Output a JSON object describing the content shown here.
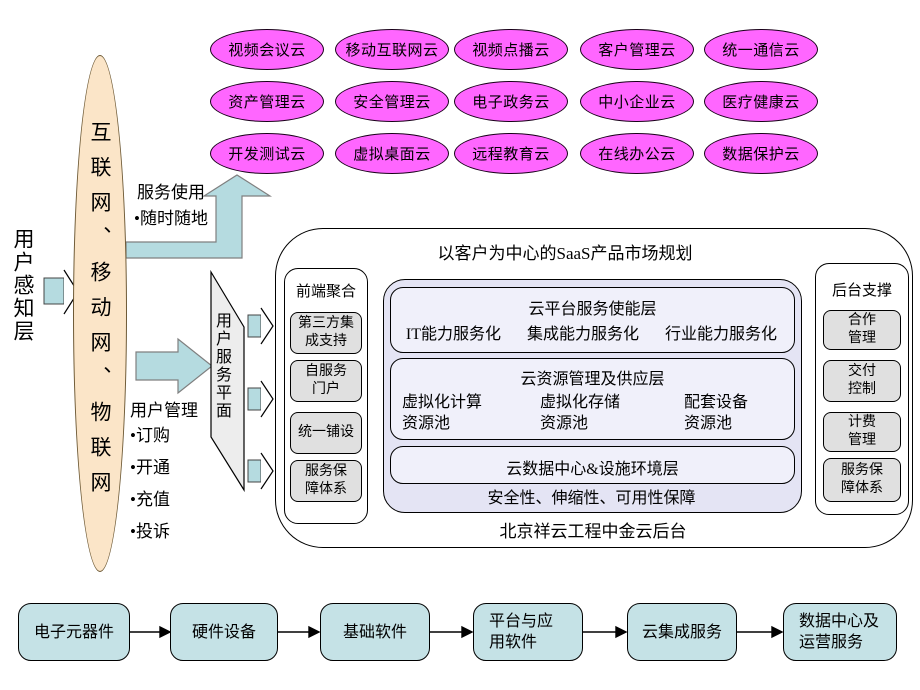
{
  "clouds": {
    "rows": [
      [
        "视频会议云",
        "移动互联网云",
        "视频点播云",
        "客户管理云",
        "统一通信云"
      ],
      [
        "资产管理云",
        "安全管理云",
        "电子政务云",
        "中小企业云",
        "医疗健康云"
      ],
      [
        "开发测试云",
        "虚拟桌面云",
        "远程教育云",
        "在线办公云",
        "数据保护云"
      ]
    ]
  },
  "left_side": {
    "perception_label": "用户感知层",
    "network_label": "互联网、移动网、物联网",
    "service_use": {
      "title": "服务使用",
      "bullets": [
        "•随时随地"
      ]
    },
    "user_mgmt": {
      "title": "用户管理",
      "bullets": [
        "•订购",
        "•开通",
        "•充值",
        "•投诉"
      ]
    },
    "plane_label": "用户服务平面"
  },
  "main": {
    "title": "以客户为中心的SaaS产品市场规划",
    "footer": "北京祥云工程中金云后台",
    "front_col": {
      "title": "前端聚合",
      "items": [
        {
          "label": "第三方集成支持",
          "lines": [
            "第三方集",
            "成支持"
          ]
        },
        {
          "label": "自服务门户",
          "lines": [
            "自服务",
            "门户"
          ]
        },
        {
          "label": "统一铺设",
          "lines": [
            "统一铺设"
          ]
        },
        {
          "label": "服务保障体系",
          "lines": [
            "服务保",
            "障体系"
          ]
        }
      ]
    },
    "back_col": {
      "title": "后台支撑",
      "items": [
        {
          "label": "合作管理",
          "lines": [
            "合作",
            "管理"
          ]
        },
        {
          "label": "交付控制",
          "lines": [
            "交付",
            "控制"
          ]
        },
        {
          "label": "计费管理",
          "lines": [
            "计费",
            "管理"
          ]
        },
        {
          "label": "服务保障体系",
          "lines": [
            "服务保",
            "障体系"
          ]
        }
      ]
    },
    "layers": {
      "enable": {
        "title": "云平台服务使能层",
        "items": [
          "IT能力服务化",
          "集成能力服务化",
          "行业能力服务化"
        ]
      },
      "resource": {
        "title": "云资源管理及供应层",
        "pools": [
          {
            "label": "虚拟化计算资源池",
            "lines": [
              "虚拟化计算",
              "资源池"
            ]
          },
          {
            "label": "虚拟化存储资源池",
            "lines": [
              "虚拟化存储",
              "资源池"
            ]
          },
          {
            "label": "配套设备资源池",
            "lines": [
              "配套设备",
              "资源池"
            ]
          }
        ]
      },
      "datacenter_title": "云数据中心&设施环境层",
      "assurance": "安全性、伸缩性、可用性保障"
    }
  },
  "chain": [
    {
      "label": "电子元器件",
      "lines": [
        "电子元器件"
      ]
    },
    {
      "label": "硬件设备",
      "lines": [
        "硬件设备"
      ]
    },
    {
      "label": "基础软件",
      "lines": [
        "基础软件"
      ]
    },
    {
      "label": "平台与应用软件",
      "lines": [
        "平台与应",
        "用软件"
      ]
    },
    {
      "label": "云集成服务",
      "lines": [
        "云集成服务"
      ]
    },
    {
      "label": "数据中心及运营服务",
      "lines": [
        "数据中心及",
        "运营服务"
      ]
    }
  ],
  "colors": {
    "cloud_fill": "#ff66ff",
    "network_ellipse_fill": "#fbe5c8",
    "arrow_fill": "#b5dbe0",
    "chain_fill": "#c5e2e6",
    "panel_lavender": "#e4e4f4",
    "layer_lavender": "#f0f0fa",
    "item_gray": "#e0e0e0"
  }
}
